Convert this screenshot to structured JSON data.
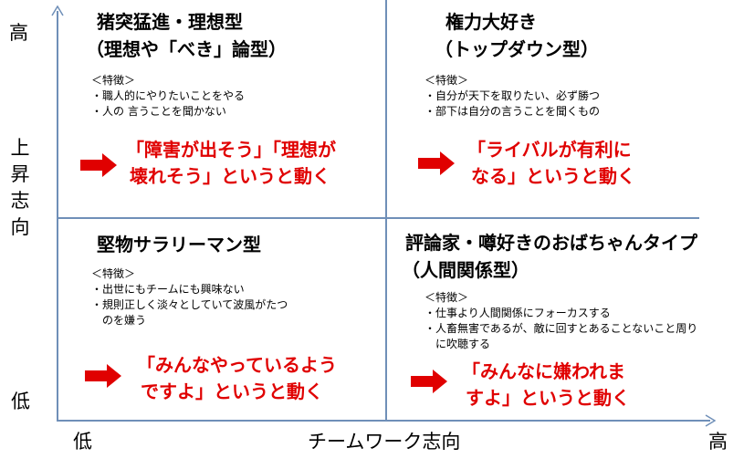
{
  "axes": {
    "y_high": "高",
    "y_low": "低",
    "y_label": "上昇志向",
    "x_low": "低",
    "x_high": "高",
    "x_label": "チームワーク志向",
    "color": "#6f8fb8"
  },
  "accent_color": "#e00000",
  "quadrants": [
    {
      "title": [
        "猪突猛進・理想型",
        "（理想や「べき」論型）"
      ],
      "features_heading": "＜特徴＞",
      "features": [
        "・職人的にやりたいことをやる",
        "・人の 言うことを聞かない"
      ],
      "action": [
        "「障害が出そう」「理想が",
        "壊れそう」というと動く"
      ]
    },
    {
      "title": [
        "権力大好き",
        "（トップダウン型）"
      ],
      "features_heading": "＜特徴＞",
      "features": [
        "・自分が天下を取りたい、必ず勝つ",
        "・部下は自分の言うことを聞くもの"
      ],
      "action": [
        "「ライバルが有利に",
        "なる」というと動く"
      ]
    },
    {
      "title": [
        "堅物サラリーマン型"
      ],
      "features_heading": "＜特徴＞",
      "features": [
        "・出世にもチームにも興味ない",
        "・規則正しく淡々としていて波風がたつ",
        "　のを嫌う"
      ],
      "action": [
        "「みんなやっているよう",
        "ですよ」というと動く"
      ]
    },
    {
      "title": [
        "評論家・噂好きのおばちゃんタイプ",
        "（人間関係型）"
      ],
      "features_heading": "＜特徴＞",
      "features": [
        "・仕事より人間関係にフォーカスする",
        "・人畜無害であるが、敵に回すとあることないこと周り",
        "　に吹聴する"
      ],
      "action": [
        "「みんなに嫌われま",
        "すよ」というと動く"
      ]
    }
  ]
}
